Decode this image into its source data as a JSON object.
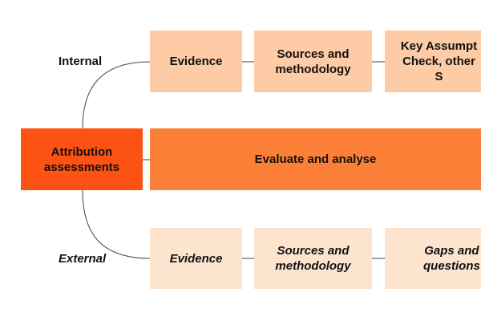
{
  "colors": {
    "internal_box": "#fdcba5",
    "external_box": "#fde4cf",
    "analyse_bar": "#fc7f38",
    "attribution_box": "#fc5214",
    "connector": "#444444"
  },
  "internal": {
    "label": "Internal",
    "boxes": [
      "Evidence",
      "Sources and\nmethodology",
      "Key Assumpt\nCheck, other S"
    ]
  },
  "attribution": {
    "label": "Attribution\nassessments"
  },
  "analyse": {
    "label": "Evaluate and analyse"
  },
  "external": {
    "label": "External",
    "boxes": [
      "Evidence",
      "Sources and\nmethodology",
      "Gaps and\nquestions"
    ]
  }
}
